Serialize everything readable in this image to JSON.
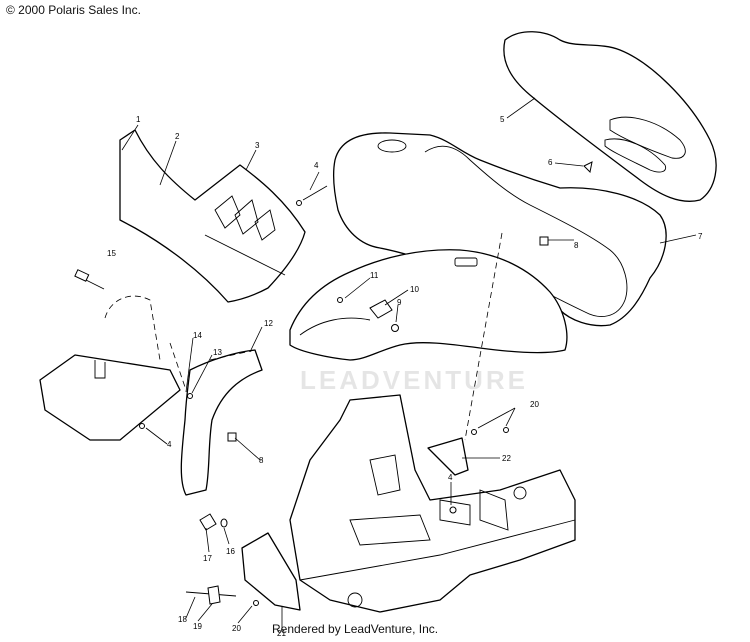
{
  "header": {
    "copyright": "© 2000 Polaris Sales Inc."
  },
  "footer": {
    "rendered_by": "Rendered by LeadVenture, Inc."
  },
  "watermark": {
    "text": "LEADVENTURE"
  },
  "callouts": [
    {
      "id": "c1",
      "label": "1"
    },
    {
      "id": "c2",
      "label": "2"
    },
    {
      "id": "c3",
      "label": "3"
    },
    {
      "id": "c4a",
      "label": "4"
    },
    {
      "id": "c5",
      "label": "5"
    },
    {
      "id": "c6",
      "label": "6"
    },
    {
      "id": "c7",
      "label": "7"
    },
    {
      "id": "c8a",
      "label": "8"
    },
    {
      "id": "c9",
      "label": "9"
    },
    {
      "id": "c10",
      "label": "10"
    },
    {
      "id": "c11",
      "label": "11"
    },
    {
      "id": "c12",
      "label": "12"
    },
    {
      "id": "c13",
      "label": "13"
    },
    {
      "id": "c14",
      "label": "14"
    },
    {
      "id": "c15",
      "label": "15"
    },
    {
      "id": "c4b",
      "label": "4"
    },
    {
      "id": "c8b",
      "label": "8"
    },
    {
      "id": "c20a",
      "label": "20"
    },
    {
      "id": "c22",
      "label": "22"
    },
    {
      "id": "c4c",
      "label": "4"
    },
    {
      "id": "c17",
      "label": "17"
    },
    {
      "id": "c16",
      "label": "16"
    },
    {
      "id": "c18",
      "label": "18"
    },
    {
      "id": "c19",
      "label": "19"
    },
    {
      "id": "c20b",
      "label": "20"
    },
    {
      "id": "c21",
      "label": "21"
    }
  ]
}
